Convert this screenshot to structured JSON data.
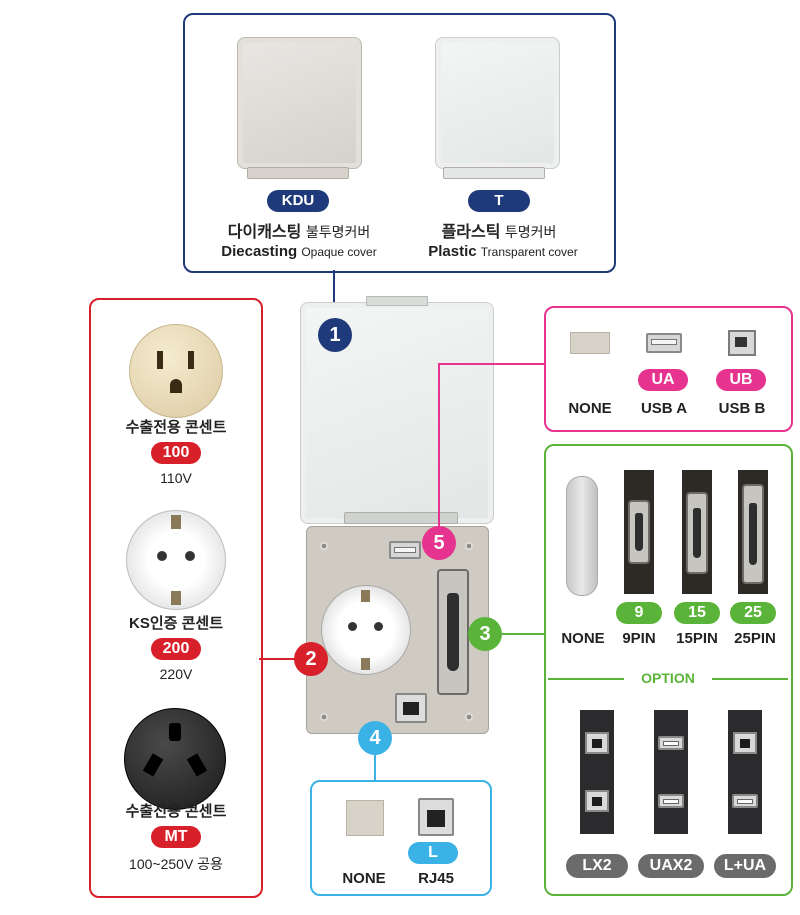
{
  "colors": {
    "navy": "#1f3a7a",
    "red": "#d7202a",
    "green": "#5bb43a",
    "blue": "#3ab2e6",
    "magenta": "#e6338f",
    "gray": "#666666",
    "grayBadge": "#6b6b6b"
  },
  "covers": {
    "kdu": {
      "badge": "KDU",
      "kr_bold": "다이캐스팅",
      "kr_light": "불투명커버",
      "en_bold": "Diecasting",
      "en_light": "Opaque cover"
    },
    "t": {
      "badge": "T",
      "kr_bold": "플라스틱",
      "kr_light": "투명커버",
      "en_bold": "Plastic",
      "en_light": "Transparent cover"
    }
  },
  "markers": {
    "m1": "1",
    "m2": "2",
    "m3": "3",
    "m4": "4",
    "m5": "5"
  },
  "outlets": [
    {
      "name": "수출전용 콘센트",
      "code": "100",
      "voltage": "110V"
    },
    {
      "name": "KS인증 콘센트",
      "code": "200",
      "voltage": "220V"
    },
    {
      "name": "수출전용 콘센트",
      "code": "MT",
      "voltage": "100~250V 공용"
    }
  ],
  "usb": {
    "none": "NONE",
    "a_code": "UA",
    "a_label": "USB A",
    "b_code": "UB",
    "b_label": "USB B"
  },
  "dsub": {
    "none": "NONE",
    "p9_code": "9",
    "p9_label": "9PIN",
    "p15_code": "15",
    "p15_label": "15PIN",
    "p25_code": "25",
    "p25_label": "25PIN",
    "option": "OPTION",
    "lx2": "LX2",
    "uax2": "UAX2",
    "lua": "L+UA"
  },
  "rj": {
    "none": "NONE",
    "code": "L",
    "label": "RJ45"
  }
}
